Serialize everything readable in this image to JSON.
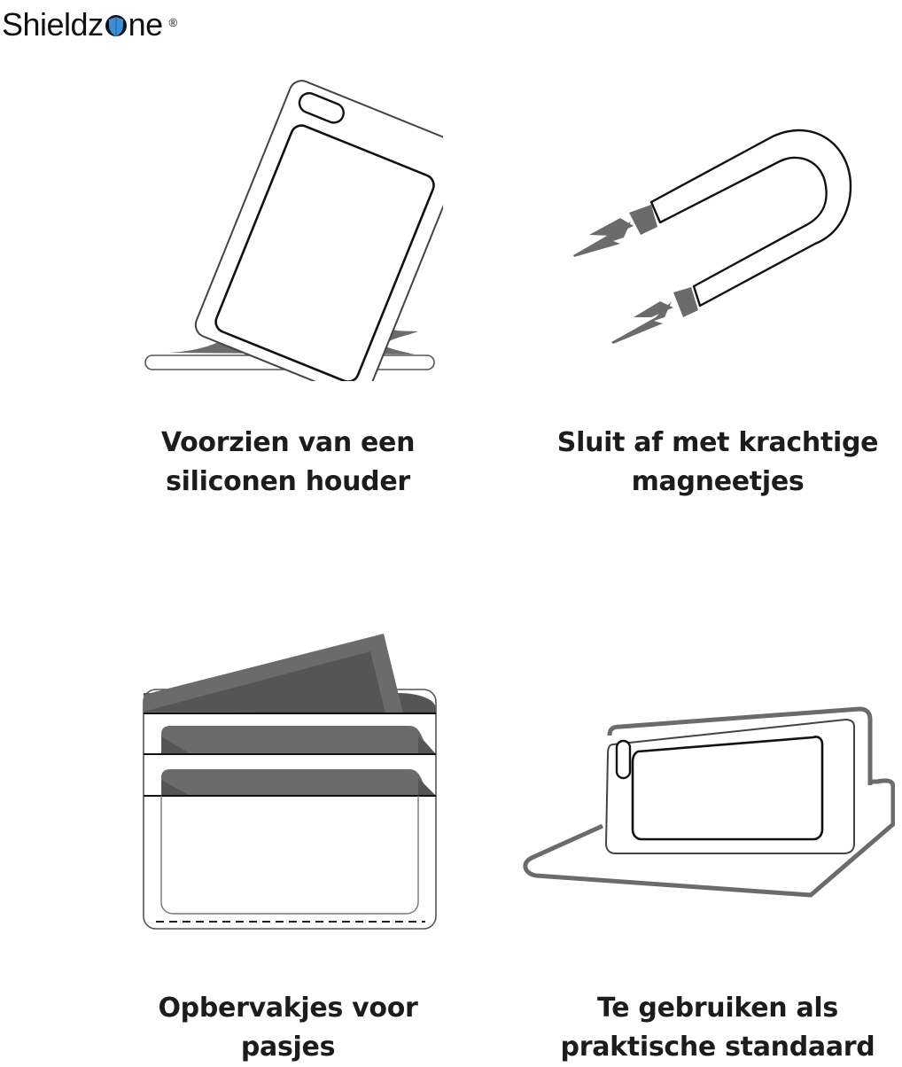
{
  "brand": {
    "name_left": "Shieldz",
    "name_right": "ne",
    "registered_mark": "®",
    "shield_color": "#3a8fd6"
  },
  "features": [
    {
      "icon": "phone-drop-icon",
      "line1": "Voorzien van een",
      "line2": "siliconen houder"
    },
    {
      "icon": "magnet-icon",
      "line1": "Sluit af met krachtige",
      "line2": "magneetjes"
    },
    {
      "icon": "card-slots-icon",
      "line1": "Opbervakjes voor",
      "line2": "pasjes"
    },
    {
      "icon": "stand-icon",
      "line1": "Te gebruiken als",
      "line2": "praktische standaard"
    }
  ],
  "colors": {
    "illustration_gray": "#6b6b6b",
    "outline": "#1a1a1a",
    "text": "#1c1c1c"
  }
}
